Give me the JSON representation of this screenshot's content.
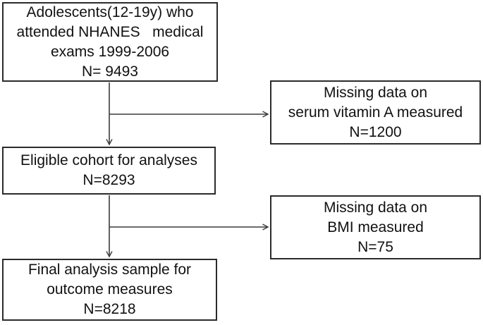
{
  "figure": {
    "type": "participant-flow-diagram",
    "background_color": "#ffffff",
    "box_border_color": "#2b2b2b",
    "arrow_color": "#3b3b3b",
    "text_color": "#111111"
  },
  "boxes": [
    {
      "id": "population",
      "lines": [
        "Adolescents(12-19y) who",
        "attended NHANES   medical",
        "exams 1999-2006",
        "N= 9493"
      ],
      "n": 9493
    },
    {
      "id": "excluded-vitamin-a",
      "lines": [
        "Missing data on",
        "serum vitamin A measured",
        "N=1200"
      ],
      "n": 1200
    },
    {
      "id": "eligible-cohort",
      "lines": [
        "Eligible cohort for analyses",
        "N=8293"
      ],
      "n": 8293
    },
    {
      "id": "excluded-bmi",
      "lines": [
        "Missing data on",
        "BMI measured",
        "N=75"
      ],
      "n": 75
    },
    {
      "id": "final-sample",
      "lines": [
        "Final analysis sample for",
        "outcome measures",
        "N=8218"
      ],
      "n": 8218
    }
  ]
}
